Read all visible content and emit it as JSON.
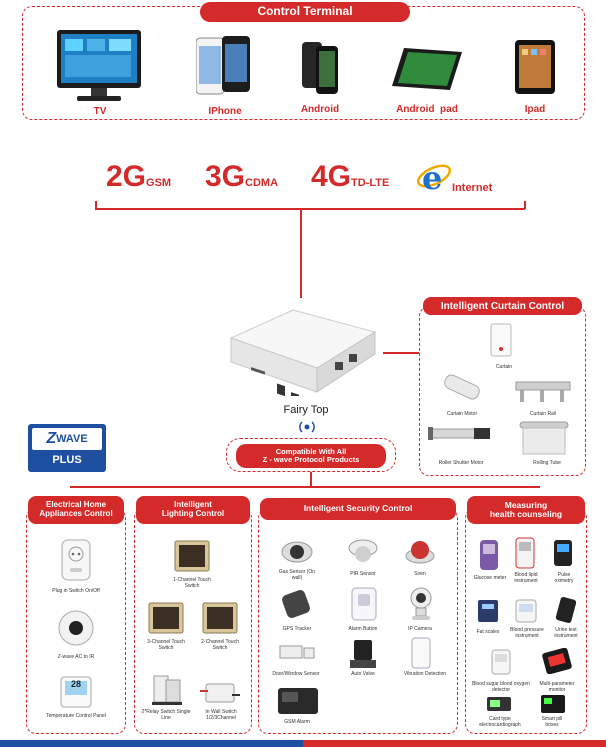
{
  "control_terminal": {
    "title": "Control Terminal",
    "devices": [
      "TV",
      "IPhone",
      "Android",
      "Android  pad",
      "Ipad"
    ]
  },
  "networks": [
    {
      "big": "2G",
      "small": "GSM"
    },
    {
      "big": "3G",
      "small": "CDMA"
    },
    {
      "big": "4G",
      "small": "TD-LTE"
    },
    {
      "big": "",
      "small": "Internet"
    }
  ],
  "hub": {
    "name": "Fairy Top",
    "compat_line1": "Compatible With All",
    "compat_line2": "Z - wave Protocol Products"
  },
  "zwave": {
    "logo_text": "WAVE",
    "logo_prefix": "Z",
    "plus": "PLUS"
  },
  "curtain": {
    "title": "Intelligent Curtain Control",
    "items": [
      "Curtain",
      "Curtain Motor",
      "Curtain Rail",
      "Roller Shutter Motor",
      "Rolling Tube"
    ]
  },
  "electrical": {
    "title_line1": "Electrical Home",
    "title_line2": "Appliances Control",
    "items": [
      "Plug in Switch On/Off",
      "Z-wave AC to IR",
      "Temperature Control Panel"
    ]
  },
  "lighting": {
    "title_line1": "Intelligent",
    "title_line2": "Lighting Control",
    "items": [
      "1-Channel Touch Switch",
      "3-Channel Touch Switch",
      "2-Channel Touch Switch",
      "2*Relay Switch Single Line",
      "In Wall Switch 1/2/3Channel"
    ],
    "thermostat_display": "28"
  },
  "security": {
    "title": "Intelligent Security Control",
    "items": [
      "Gas Sensor (On wall)",
      "PIR Sensor",
      "Siren",
      "GPS Tracker",
      "Alarm Button",
      "IP Camera",
      "Door/Window Sensor",
      "Auto Valve",
      "Vibration Detection",
      "GSM Alarm"
    ]
  },
  "health": {
    "title_line1": "Measuring",
    "title_line2": "health counseling",
    "items": [
      "Glucose meter",
      "Blood lipid instrument",
      "Pulse oximetry",
      "Fat scales",
      "Blood pressure instrument",
      "Urine test instrument",
      "Blood sugar blood oxygen detector",
      "Multi-parameter monitor",
      "Card type electrocardiograph",
      "Smart pill boxes"
    ]
  }
}
